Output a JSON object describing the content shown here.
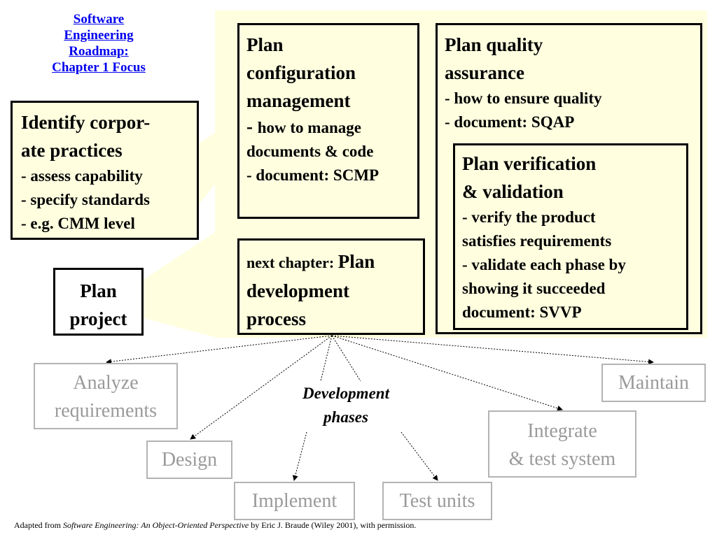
{
  "roadmap_link": {
    "lines": [
      "Software",
      "Engineering",
      "Roadmap:",
      "Chapter 1 Focus"
    ]
  },
  "corporate_box": {
    "title_lines": [
      "Identify corpor-",
      "ate practices"
    ],
    "items": [
      "- assess capability",
      "- specify standards",
      "- e.g. CMM level"
    ]
  },
  "plan_project_box": {
    "lines": [
      "Plan",
      "project"
    ]
  },
  "config_box": {
    "title_lines": [
      "Plan",
      "configuration",
      "management"
    ],
    "first_prefix": "- ",
    "first_text": "how to manage",
    "lines": [
      "documents & code",
      "- document: SCMP"
    ]
  },
  "next_chapter_box": {
    "lead": "next chapter: ",
    "title_first": "Plan",
    "title_rest": [
      "development",
      "process"
    ]
  },
  "qa_box": {
    "title_lines": [
      "Plan quality",
      "assurance"
    ],
    "items": [
      "- how to ensure quality",
      "- document: SQAP"
    ]
  },
  "vv_box": {
    "title_lines": [
      "Plan verification",
      "& validation"
    ],
    "items": [
      "- verify the product",
      "satisfies requirements",
      "- validate each phase by",
      "showing it succeeded",
      "document: SVVP"
    ]
  },
  "phases": {
    "analyze": [
      "Analyze",
      "requirements"
    ],
    "design": "Design",
    "implement": "Implement",
    "test": "Test units",
    "integrate": [
      "Integrate",
      "& test system"
    ],
    "maintain": "Maintain"
  },
  "dev_phases_label": [
    "Development",
    "phases"
  ],
  "footer": {
    "prefix": "Adapted from ",
    "book_title": "Software Engineering: An Object-Oriented Perspective",
    "suffix": " by Eric J. Braude (Wiley 2001), with permission."
  },
  "colors": {
    "highlight_bg": "#ffffe0",
    "link": "#0000ee",
    "phase_border": "#b3b3b3",
    "phase_text": "#9a9a9a"
  }
}
